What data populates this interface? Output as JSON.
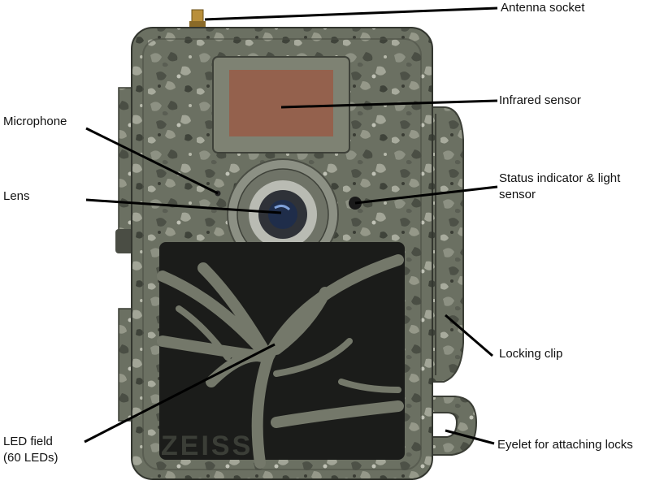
{
  "diagram": {
    "subject": "trail camera",
    "brand_mark": "ZEISS",
    "labels": {
      "antenna": "Antenna socket",
      "infrared": "Infrared sensor",
      "microphone": "Microphone",
      "status_line1": "Status indicator & light",
      "status_line2": "sensor",
      "lens": "Lens",
      "locking_clip": "Locking clip",
      "led_line1": "LED field",
      "led_line2": "(60 LEDs)",
      "eyelet": "Eyelet for attaching locks"
    },
    "colors": {
      "camo_base": "#6b7062",
      "camo_dark": "#3f433a",
      "camo_light": "#9a9d90",
      "led_panel": "#1b1c1a",
      "ir_window": "#8a5a48",
      "leader_line": "#000000"
    }
  }
}
